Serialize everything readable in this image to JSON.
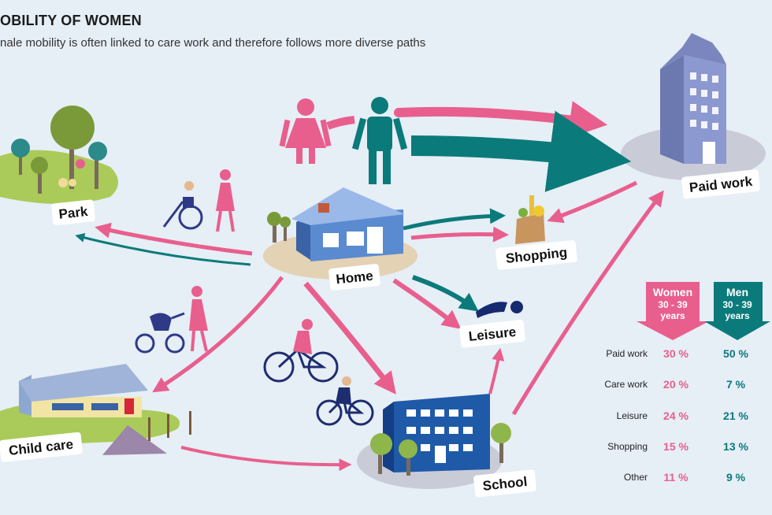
{
  "title": "OBILITY OF WOMEN",
  "subtitle": "nale mobility is often linked to care work and therefore follows more diverse paths",
  "places": {
    "paid_work": "Paid work",
    "park": "Park",
    "home": "Home",
    "shopping": "Shopping",
    "leisure": "Leisure",
    "child_care": "Child care",
    "school": "School"
  },
  "legend": {
    "women": {
      "name": "Women",
      "age": "30 - 39",
      "unit": "years",
      "color": "#e85f8d"
    },
    "men": {
      "name": "Men",
      "age": "30 - 39",
      "unit": "years",
      "color": "#0b7a7a"
    }
  },
  "table": {
    "rows": [
      {
        "label": "Paid work",
        "women": "30 %",
        "men": "50 %"
      },
      {
        "label": "Care work",
        "women": "20 %",
        "men": "7 %"
      },
      {
        "label": "Leisure",
        "women": "24 %",
        "men": "21 %"
      },
      {
        "label": "Shopping",
        "women": "15 %",
        "men": "13 %"
      },
      {
        "label": "Other",
        "women": "11 %",
        "men": "9 %"
      }
    ]
  }
}
